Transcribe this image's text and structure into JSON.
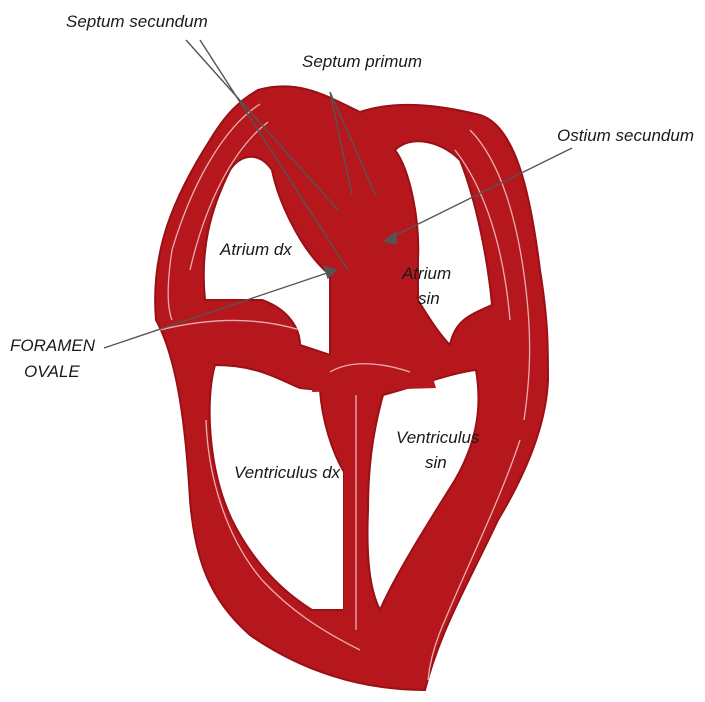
{
  "colors": {
    "wall": "#b5171c",
    "wall_dark": "#9a1015",
    "highlight": "#f4c9c9",
    "pointer": "#555555",
    "text": "#1a1a1a"
  },
  "labels": {
    "septum_secundum": "Septum secundum",
    "septum_primum": "Septum primum",
    "ostium_secundum": "Ostium secundum",
    "atrium_dx": "Atrium dx",
    "atrium_sin_1": "Atrium",
    "atrium_sin_2": "sin",
    "foramen_1": "FORAMEN",
    "foramen_2": "OVALE",
    "ventriculus_sin_1": "Ventriculus",
    "ventriculus_sin_2": "sin",
    "ventriculus_dx": "Ventriculus dx"
  }
}
